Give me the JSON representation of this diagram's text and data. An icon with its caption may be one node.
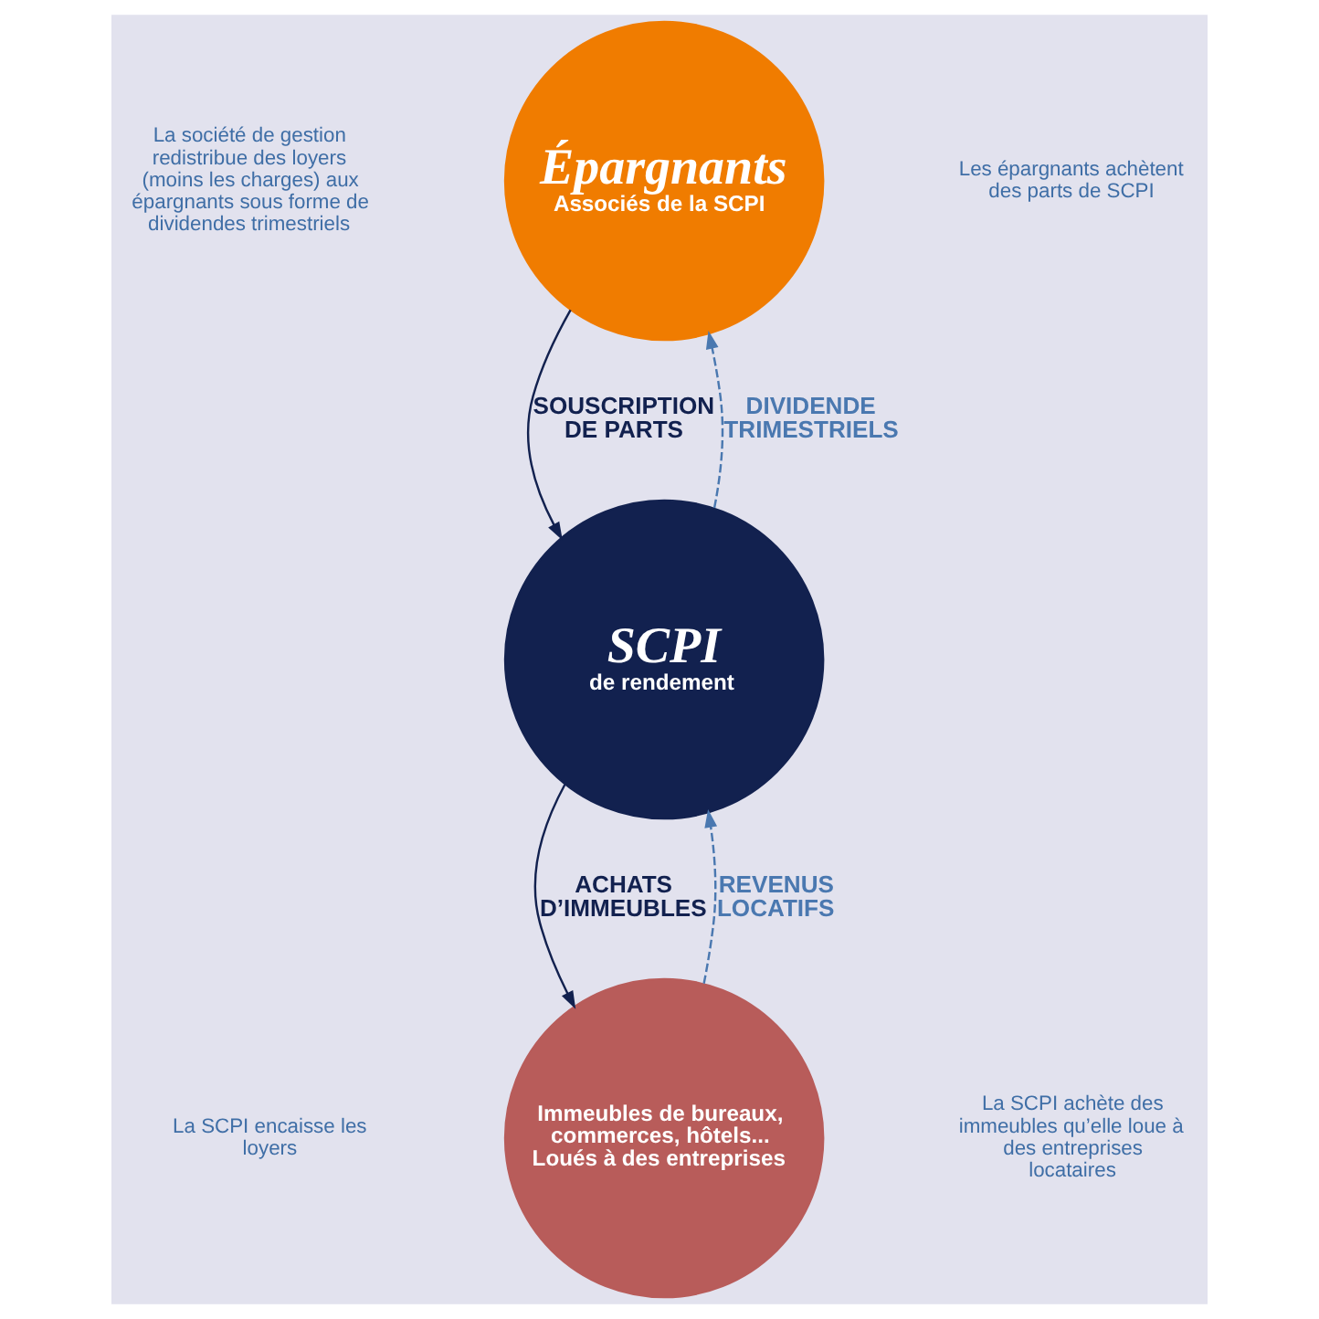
{
  "diagram": {
    "nodes": [
      {
        "text": [
          "Épargnants",
          "Associés de la SCPI"
        ]
      },
      {
        "text": [
          "SCPI",
          "de rendement"
        ]
      },
      {
        "text": [
          "Immeubles de bureaux, commerces, hôtels... Loués à des entreprises"
        ]
      }
    ],
    "edges": [
      {
        "from": 0,
        "to": 1,
        "arrow": "to",
        "label": "SOUSCRIPTION DE PARTS"
      },
      {
        "from": 1,
        "to": 0,
        "arrow": "to",
        "label": "DIVIDENDE TRIMESTRIELS",
        "style": "dashed",
        "color": "#4a78b0"
      },
      {
        "from": 1,
        "to": 2,
        "arrow": "to",
        "label": "ACHATS D’IMMEUBLES"
      },
      {
        "from": 2,
        "to": 1,
        "arrow": "to",
        "label": "REVENUS LOCATIFS",
        "style": "dashed",
        "color": "#4a78b0"
      }
    ],
    "labels": [
      "La société de gestion redistribue des loyers (moins les charges) aux épargnants sous forme de dividendes trimestriels",
      "Les épargnants achètent des parts de SCPI",
      "La SCPI encaisse les loyers",
      "La SCPI achète des immeubles qu’elle loue à des entreprises locataires"
    ]
  }
}
